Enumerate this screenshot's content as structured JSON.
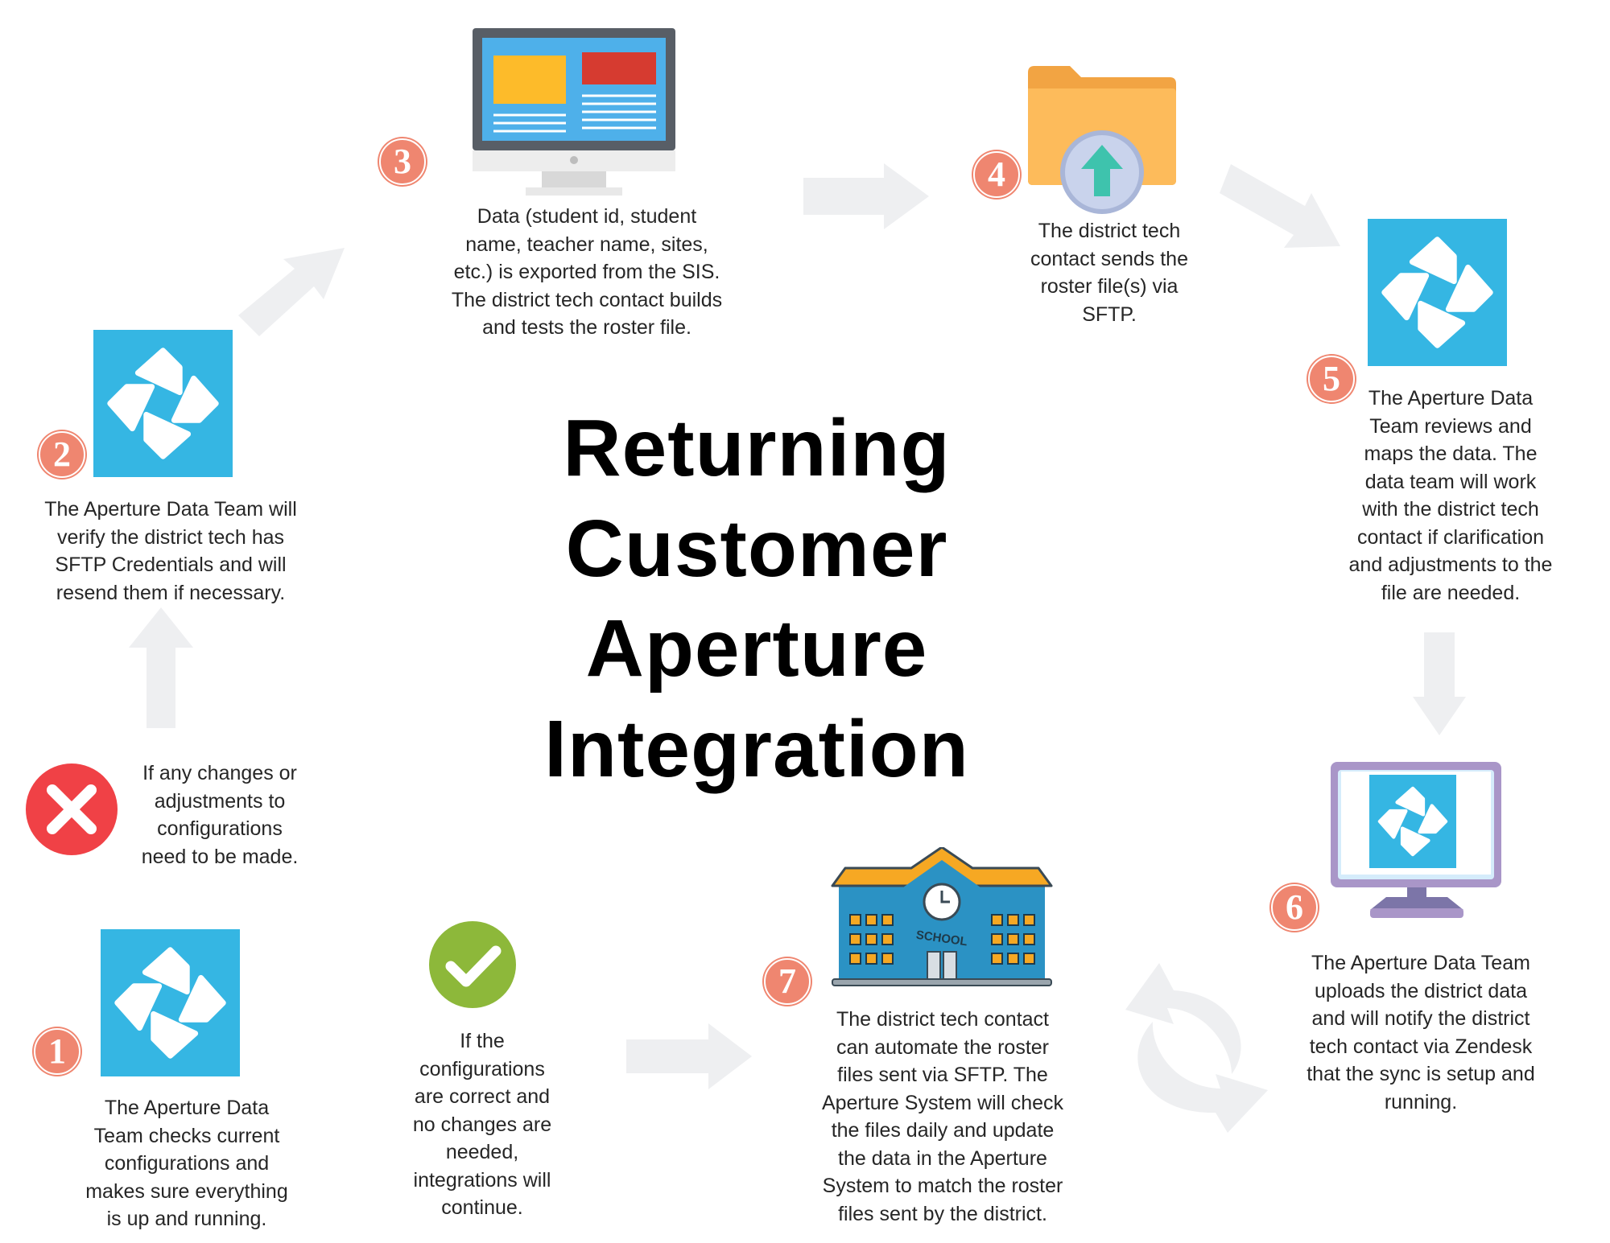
{
  "title": "Returning\nCustomer\nAperture\nIntegration",
  "colors": {
    "aperture_blue": "#35b6e3",
    "badge": "#ef8670",
    "arrow_gray": "#eeeff1",
    "error_red": "#f04146",
    "success_green": "#8db83a"
  },
  "steps": [
    {
      "number": "1",
      "text": "The Aperture Data\nTeam checks current\nconfigurations and\nmakes sure everything\nis up and running.",
      "icon": "aperture-logo-icon"
    },
    {
      "number": "2",
      "text": "The Aperture Data Team will\nverify the district tech has\nSFTP Credentials and will\nresend them if necessary.",
      "icon": "aperture-logo-icon"
    },
    {
      "number": "3",
      "text": "Data (student id, student\nname, teacher name, sites,\netc.) is exported from the SIS.\nThe district tech contact builds\nand tests the roster file.",
      "icon": "desktop-monitor-icon"
    },
    {
      "number": "4",
      "text": "The district tech\ncontact  sends the\nroster file(s)  via\nSFTP.",
      "icon": "folder-upload-icon"
    },
    {
      "number": "5",
      "text": "The Aperture Data\nTeam reviews and\nmaps the data. The\ndata team will work\nwith the district tech\ncontact if clarification\nand adjustments to the\nfile are needed.",
      "icon": "aperture-logo-icon"
    },
    {
      "number": "6",
      "text": "The Aperture Data Team\nuploads the district data\nand will notify the district\ntech contact via Zendesk\nthat the sync is setup and\nrunning.",
      "icon": "monitor-aperture-icon"
    },
    {
      "number": "7",
      "text": "The district tech contact\ncan automate the roster\nfiles sent via SFTP. The\nAperture System will check\nthe files daily and update\nthe data in the Aperture\nSystem to match the roster\nfiles sent by the district.",
      "icon": "school-building-icon"
    }
  ],
  "branches": {
    "changes_needed": {
      "text": "If any changes or\nadjustments to\nconfigurations\nneed to be made.",
      "icon": "x-circle-icon"
    },
    "no_changes": {
      "text": "If the\nconfigurations\nare correct and\nno changes are\nneeded,\nintegrations will\ncontinue.",
      "icon": "check-circle-icon"
    }
  },
  "school_sign": "SCHOOL"
}
